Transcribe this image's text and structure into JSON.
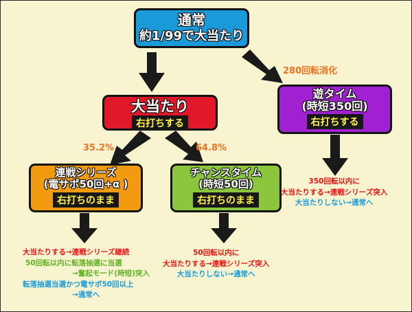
{
  "nodes": {
    "normal": {
      "line1": "通常",
      "line2": "約1/99で大当たり",
      "color": "#1a9ad8"
    },
    "jackpot": {
      "line1": "大当たり",
      "tag": "右打ちする",
      "color": "#e0182a"
    },
    "yutime": {
      "line1": "遊タイム",
      "line2": "(時短350回)",
      "tag": "右打ちする",
      "color": "#a020d2"
    },
    "series": {
      "line1": "連戦シリーズ",
      "line2": "(電サポ50回+α )",
      "tag": "右打ちのまま",
      "color": "#f29b10"
    },
    "chance": {
      "line1": "チャンスタイム",
      "line2": "(時短50回)",
      "tag": "右打ちのまま",
      "color": "#8cc63f"
    }
  },
  "edge_labels": {
    "to_yutime": "280回転消化",
    "to_series": "35.2%",
    "to_chance": "64.8%"
  },
  "outcomes": {
    "series": [
      "大当たりする→連戦シリーズ継続",
      "50回転以内に転落抽選に当選",
      "→奮起モード(時短)突入",
      "転落抽選当選かつ電サポ50回以上",
      "→通常へ"
    ],
    "chance": [
      "50回転以内に",
      "大当たりする→連戦シリーズ突入",
      "大当たりしない→通常へ"
    ],
    "yutime": [
      "350回転以内に",
      "大当たりする→連戦シリーズ突入",
      "大当たりしない→通常へ"
    ]
  },
  "colors": {
    "background": "#f7f4cf",
    "arrow": "#1a1a1a",
    "percent_label": "#f2701f",
    "hit_text": "#ea1414",
    "fall_text": "#62b223",
    "miss_text": "#1b9cdb",
    "tag_text": "#fff34a"
  }
}
